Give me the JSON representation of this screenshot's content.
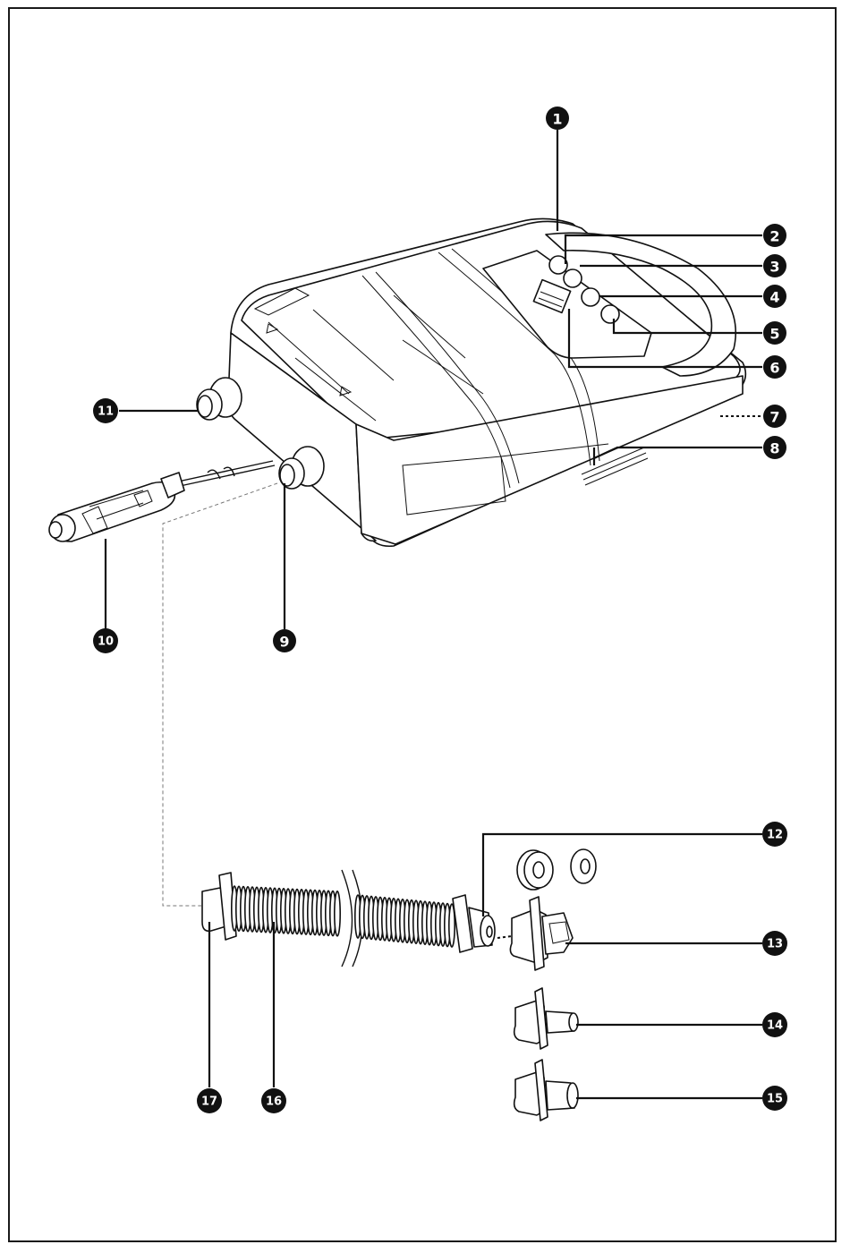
{
  "callouts": {
    "c1": "1",
    "c2": "2",
    "c3": "3",
    "c4": "4",
    "c5": "5",
    "c6": "6",
    "c7": "7",
    "c8": "8",
    "c9": "9",
    "c10": "10",
    "c11": "11",
    "c12": "12",
    "c13": "13",
    "c14": "14",
    "c15": "15",
    "c16": "16",
    "c17": "17"
  },
  "colors": {
    "line": "#111111",
    "background": "#ffffff"
  },
  "icons": {
    "pump_body": "air-pump-icon",
    "car_plug": "cigarette-lighter-plug-icon",
    "hose": "spiral-hose-icon",
    "adapters": "valve-adapter-icon",
    "gaskets": "washer-ring-icon"
  }
}
